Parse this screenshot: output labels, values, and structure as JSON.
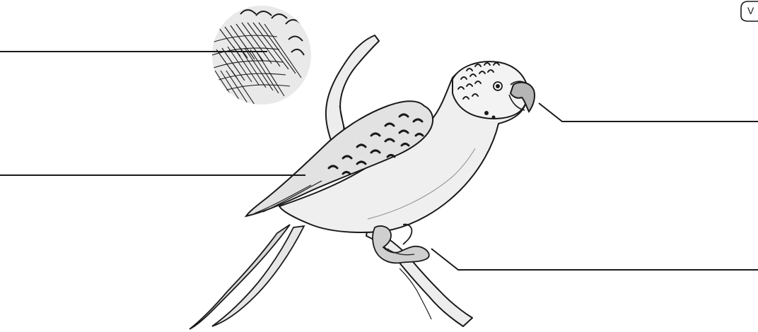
{
  "diagram": {
    "subject": "budgerigar",
    "style": "pencil sketch with grey wash",
    "colors": {
      "ink": "#1a1a1a",
      "shade_light": "#ececec",
      "shade_mid": "#cfcfcf",
      "shade_dark": "#9a9a9a",
      "background": "#ffffff"
    },
    "labels": [
      {
        "id": "feather-detail",
        "text": ""
      },
      {
        "id": "wing",
        "text": ""
      },
      {
        "id": "beak",
        "text": ""
      },
      {
        "id": "feet",
        "text": ""
      }
    ],
    "corner_tab": {
      "text": "V"
    }
  }
}
